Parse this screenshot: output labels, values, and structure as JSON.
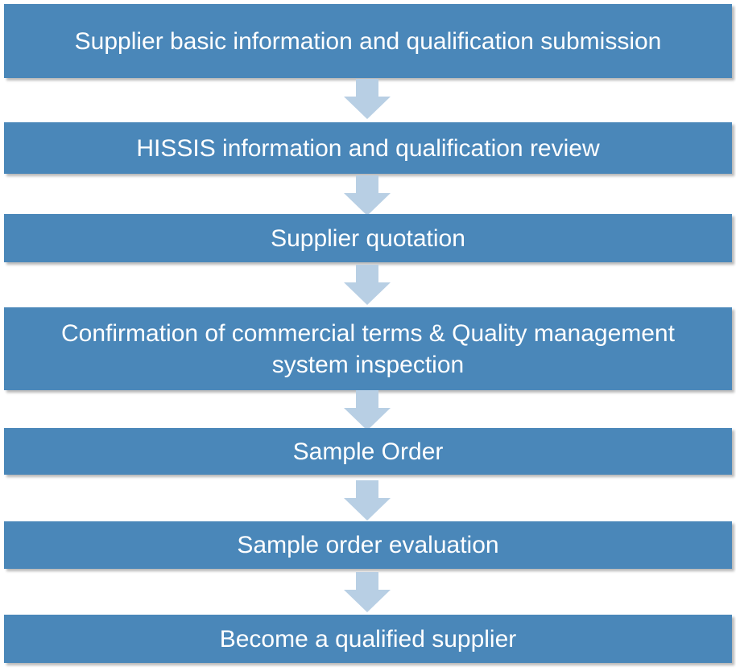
{
  "steps": [
    {
      "label": "Supplier basic information and qualification submission"
    },
    {
      "label": "HISSIS information and qualification review"
    },
    {
      "label": "Supplier quotation"
    },
    {
      "label": "Confirmation of commercial terms & Quality management system inspection"
    },
    {
      "label": "Sample Order"
    },
    {
      "label": "Sample order evaluation"
    },
    {
      "label": "Become a qualified supplier"
    }
  ],
  "colors": {
    "box": "#4a87b9",
    "arrow": "#b8cfe4",
    "text": "#ffffff"
  }
}
